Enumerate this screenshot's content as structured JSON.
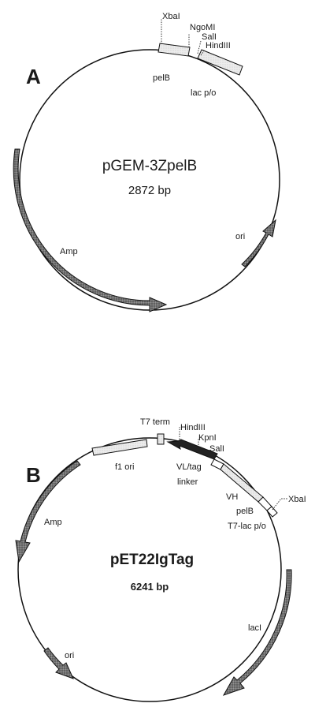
{
  "panels": [
    {
      "letter": "A",
      "name": "pGEM-3ZpelB",
      "size": "2872 bp",
      "labels": {
        "xbal": "XbaI",
        "ngomi": "NgoMI",
        "sall": "SalI",
        "hindiii": "HindIII",
        "pelb": "pelB",
        "lacpo": "lac p/o",
        "ori": "ori",
        "amp": "Amp"
      }
    },
    {
      "letter": "B",
      "name": "pET22IgTag",
      "size": "6241 bp",
      "labels": {
        "t7term": "T7 term",
        "hindiii": "HindIII",
        "kpni": "KpnI",
        "sall": "SalI",
        "f1ori": "f1 ori",
        "vltag": "VL/tag",
        "linker": "linker",
        "vh": "VH",
        "pelb": "pelB",
        "xbai": "XbaI",
        "t7lac": "T7-lac p/o",
        "amp": "Amp",
        "laci": "lacI",
        "ori": "ori"
      }
    }
  ],
  "colors": {
    "line": "#111111",
    "arrow_fill": "#6e6e6e",
    "box_fill": "#e6e6e6",
    "dark_fill": "#222222"
  }
}
